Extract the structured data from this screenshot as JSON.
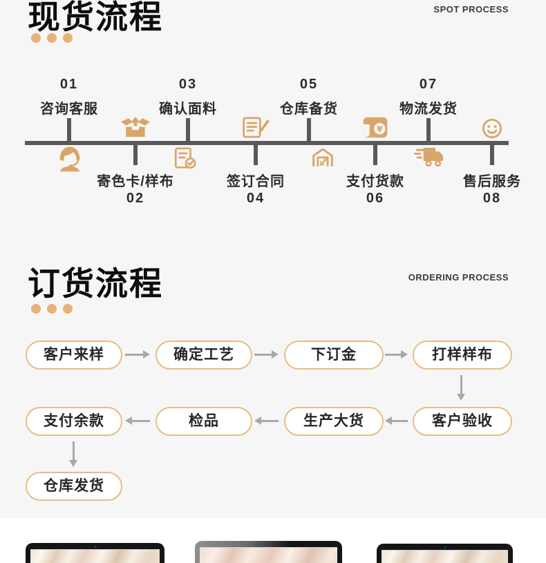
{
  "colors": {
    "gold_icon": "#d8a668",
    "gold_border": "#e8bc82",
    "gold_dot": "#e5b278",
    "timeline_line": "#59595b",
    "arrow_gray": "#a8a8a8",
    "text_dark": "#2c2c2c",
    "background": "#f6f6f6"
  },
  "spot_section": {
    "title": "现货流程",
    "subtitle": "SPOT PROCESS",
    "steps": [
      {
        "number": "01",
        "label": "咨询客服",
        "icon": "customer-service-icon",
        "side": "above"
      },
      {
        "number": "02",
        "label": "寄色卡/样布",
        "icon": "open-box-icon",
        "side": "below"
      },
      {
        "number": "03",
        "label": "确认面料",
        "icon": "document-check-icon",
        "side": "above"
      },
      {
        "number": "04",
        "label": "签订合同",
        "icon": "contract-sign-icon",
        "side": "below"
      },
      {
        "number": "05",
        "label": "仓库备货",
        "icon": "warehouse-icon",
        "side": "above"
      },
      {
        "number": "06",
        "label": "支付货款",
        "icon": "payment-yen-icon",
        "side": "below"
      },
      {
        "number": "07",
        "label": "物流发货",
        "icon": "delivery-truck-icon",
        "side": "above"
      },
      {
        "number": "08",
        "label": "售后服务",
        "icon": "smiley-face-icon",
        "side": "below"
      }
    ]
  },
  "ordering_section": {
    "title": "订货流程",
    "subtitle": "ORDERING PROCESS",
    "row1": [
      "客户来样",
      "确定工艺",
      "下订金",
      "打样样布"
    ],
    "row2": [
      "支付余款",
      "检品",
      "生产大货",
      "客户验收"
    ],
    "row3": [
      "仓库发货"
    ]
  }
}
